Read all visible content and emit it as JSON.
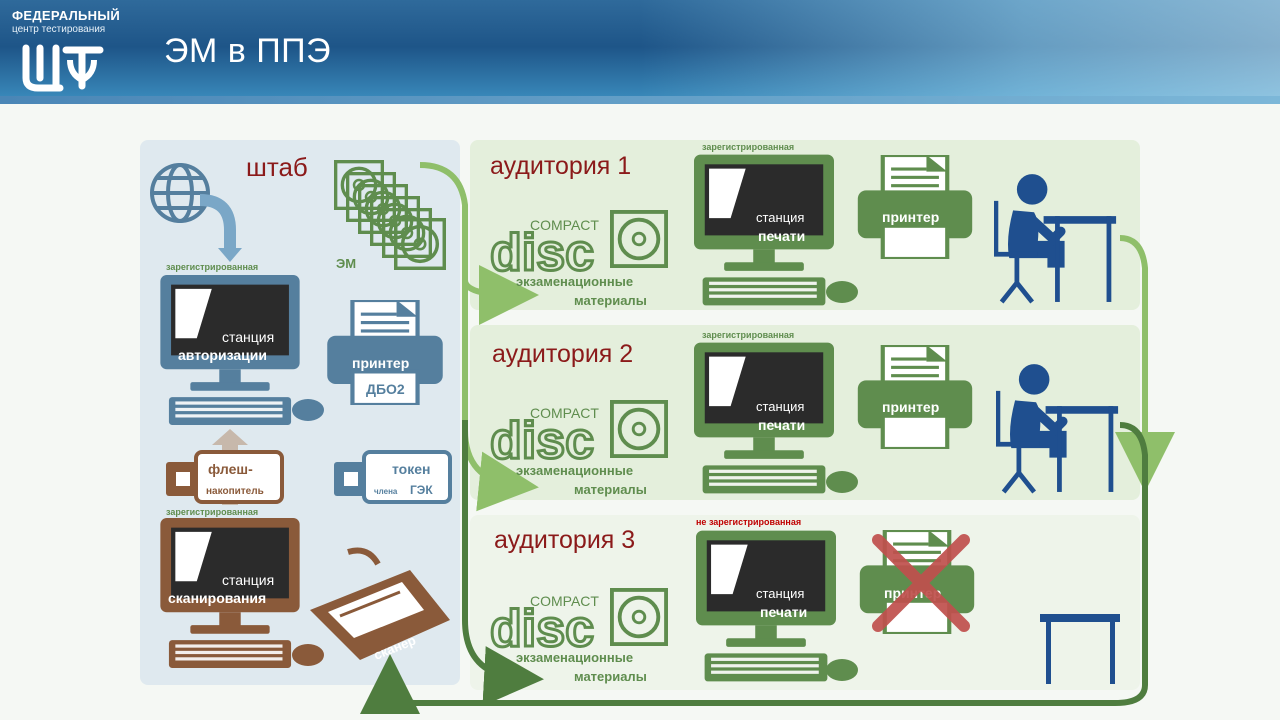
{
  "header": {
    "org_name": "ФЕДЕРАЛЬНЫЙ",
    "org_sub": "центр тестирования",
    "logo_text": "ЦТ",
    "title": "ЭМ в ППЭ"
  },
  "colors": {
    "hq_blue": "#557f9e",
    "hq_panel": "#dfe9ef",
    "room_green": "#5f8d4e",
    "room_panel": "#e4efdc",
    "brown": "#8a5a3a",
    "flow_green": "#8fbf6a",
    "dark_flow": "#4f7d3f",
    "person_blue": "#1f4f8f",
    "title_red": "#8b1a1a",
    "cross_red": "#c0504d"
  },
  "hq": {
    "title": "штаб",
    "em_label": "ЭМ",
    "auth_station": {
      "badge": "зарегистрированная",
      "line1": "станция",
      "line2": "авторизации"
    },
    "printer": {
      "line1": "принтер",
      "line2": "ДБО2"
    },
    "flash": {
      "line1": "флеш-",
      "line2": "накопитель"
    },
    "token": {
      "line1": "токен",
      "line2a": "члена",
      "line2b": "ГЭК"
    },
    "scan_station": {
      "badge": "зарегистрированная",
      "line1": "станция",
      "line2": "сканирования"
    },
    "scanner": "сканер"
  },
  "rooms": [
    {
      "title": "аудитория 1",
      "disc": {
        "compact": "COMPACT",
        "word": "disc",
        "line1": "экзаменационные",
        "line2": "материалы"
      },
      "station": {
        "badge": "зарегистрированная",
        "line1": "станция",
        "line2": "печати"
      },
      "printer": "принтер"
    },
    {
      "title": "аудитория 2",
      "disc": {
        "compact": "COMPACT",
        "word": "disc",
        "line1": "экзаменационные",
        "line2": "материалы"
      },
      "station": {
        "badge": "зарегистрированная",
        "line1": "станция",
        "line2": "печати"
      },
      "printer": "принтер"
    },
    {
      "title": "аудитория 3",
      "disc": {
        "compact": "COMPACT",
        "word": "disc",
        "line1": "экзаменационные",
        "line2": "материалы"
      },
      "station": {
        "badge": "не зарегистрированная",
        "line1": "станция",
        "line2": "печати"
      },
      "printer": "принтер"
    }
  ]
}
